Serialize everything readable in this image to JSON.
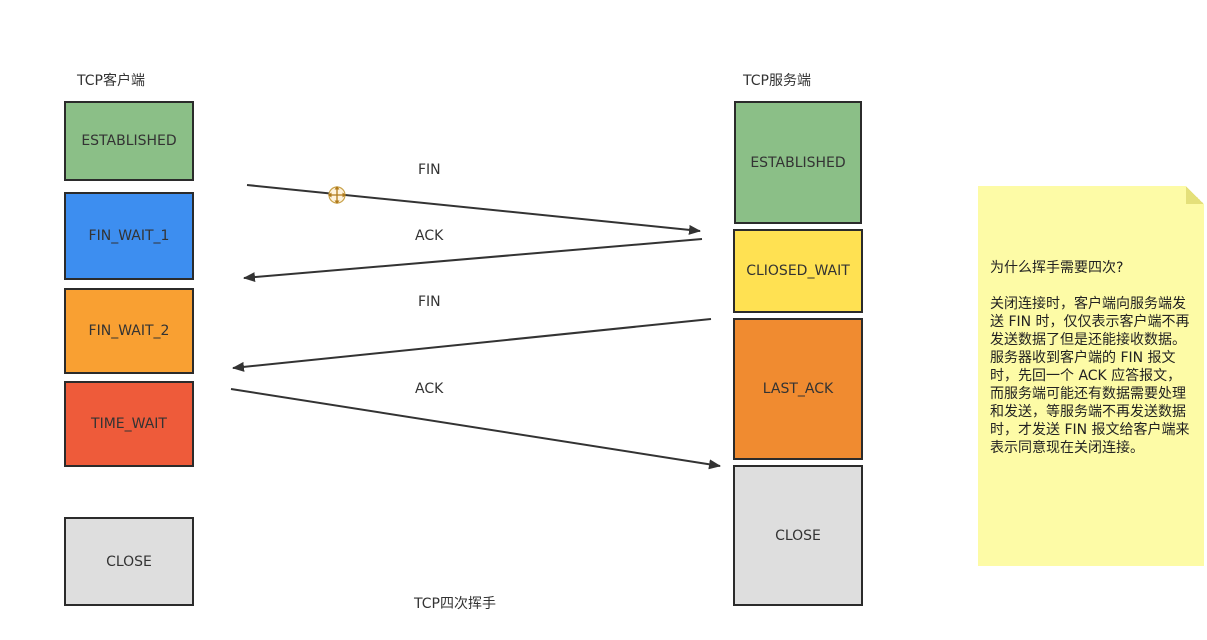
{
  "client": {
    "title": "TCP客户端",
    "states": [
      "ESTABLISHED",
      "FIN_WAIT_1",
      "FIN_WAIT_2",
      "TIME_WAIT",
      "CLOSE"
    ]
  },
  "server": {
    "title": "TCP服务端",
    "states": [
      "ESTABLISHED",
      "CLIOSED_WAIT",
      "LAST_ACK",
      "CLOSE"
    ]
  },
  "messages": [
    "FIN",
    "ACK",
    "FIN",
    "ACK"
  ],
  "caption": "TCP四次挥手",
  "note": {
    "text": "为什么挥手需要四次?\n\n关闭连接时，客户端向服务端发送 FIN 时，仅仅表示客户端不再发送数据了但是还能接收数据。\n服务器收到客户端的 FIN 报文时，先回一个 ACK 应答报文，而服务端可能还有数据需要处理和发送，等服务端不再发送数据时，才发送 FIN 报文给客户端来表示同意现在关闭连接。"
  },
  "colors": {
    "established": "#8bbf87",
    "fin_wait_1": "#3d8ef0",
    "fin_wait_2": "#f9a032",
    "time_wait": "#ee5b3a",
    "close": "#dedede",
    "close_wait": "#ffe152",
    "last_ack": "#f08b30",
    "note": "#fdfba6"
  }
}
